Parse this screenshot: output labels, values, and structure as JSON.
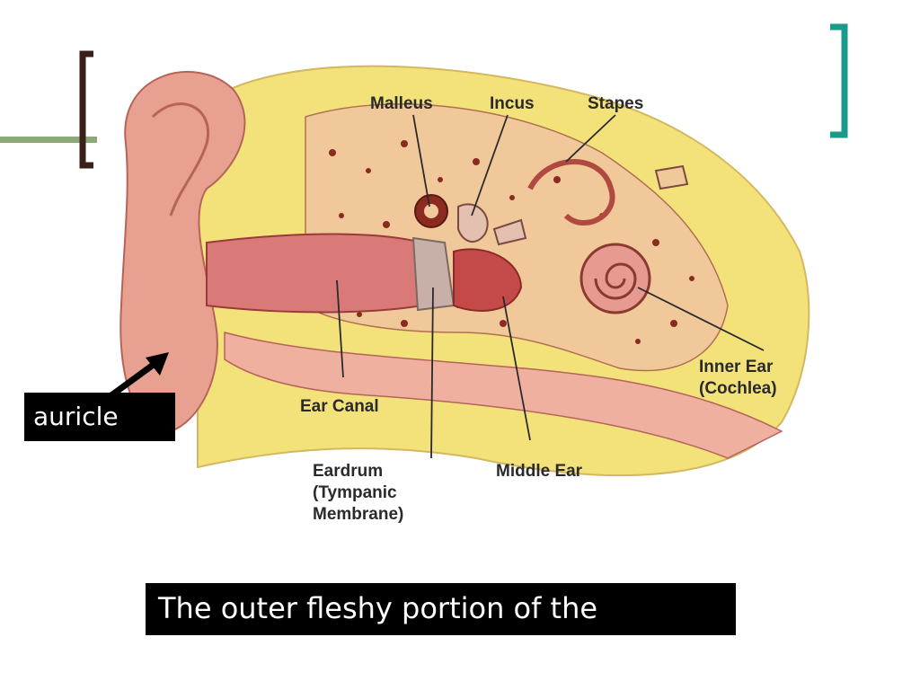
{
  "diagram": {
    "labels": {
      "malleus": "Malleus",
      "incus": "Incus",
      "stapes": "Stapes",
      "inner_ear": "Inner Ear\n(Cochlea)",
      "ear_canal": "Ear Canal",
      "eardrum": "Eardrum\n(Tympanic\nMembrane)",
      "middle_ear": "Middle Ear"
    }
  },
  "callout": {
    "text": "auricle"
  },
  "caption": {
    "text": "The outer fleshy portion of the"
  },
  "colors": {
    "bracket_dark": "#3a1f1a",
    "bracket_teal": "#1a9a8a",
    "rule_green": "#8aa878",
    "skin": "#e8a090",
    "bone_yellow": "#f3e27a",
    "tissue_red": "#c44a4a"
  }
}
